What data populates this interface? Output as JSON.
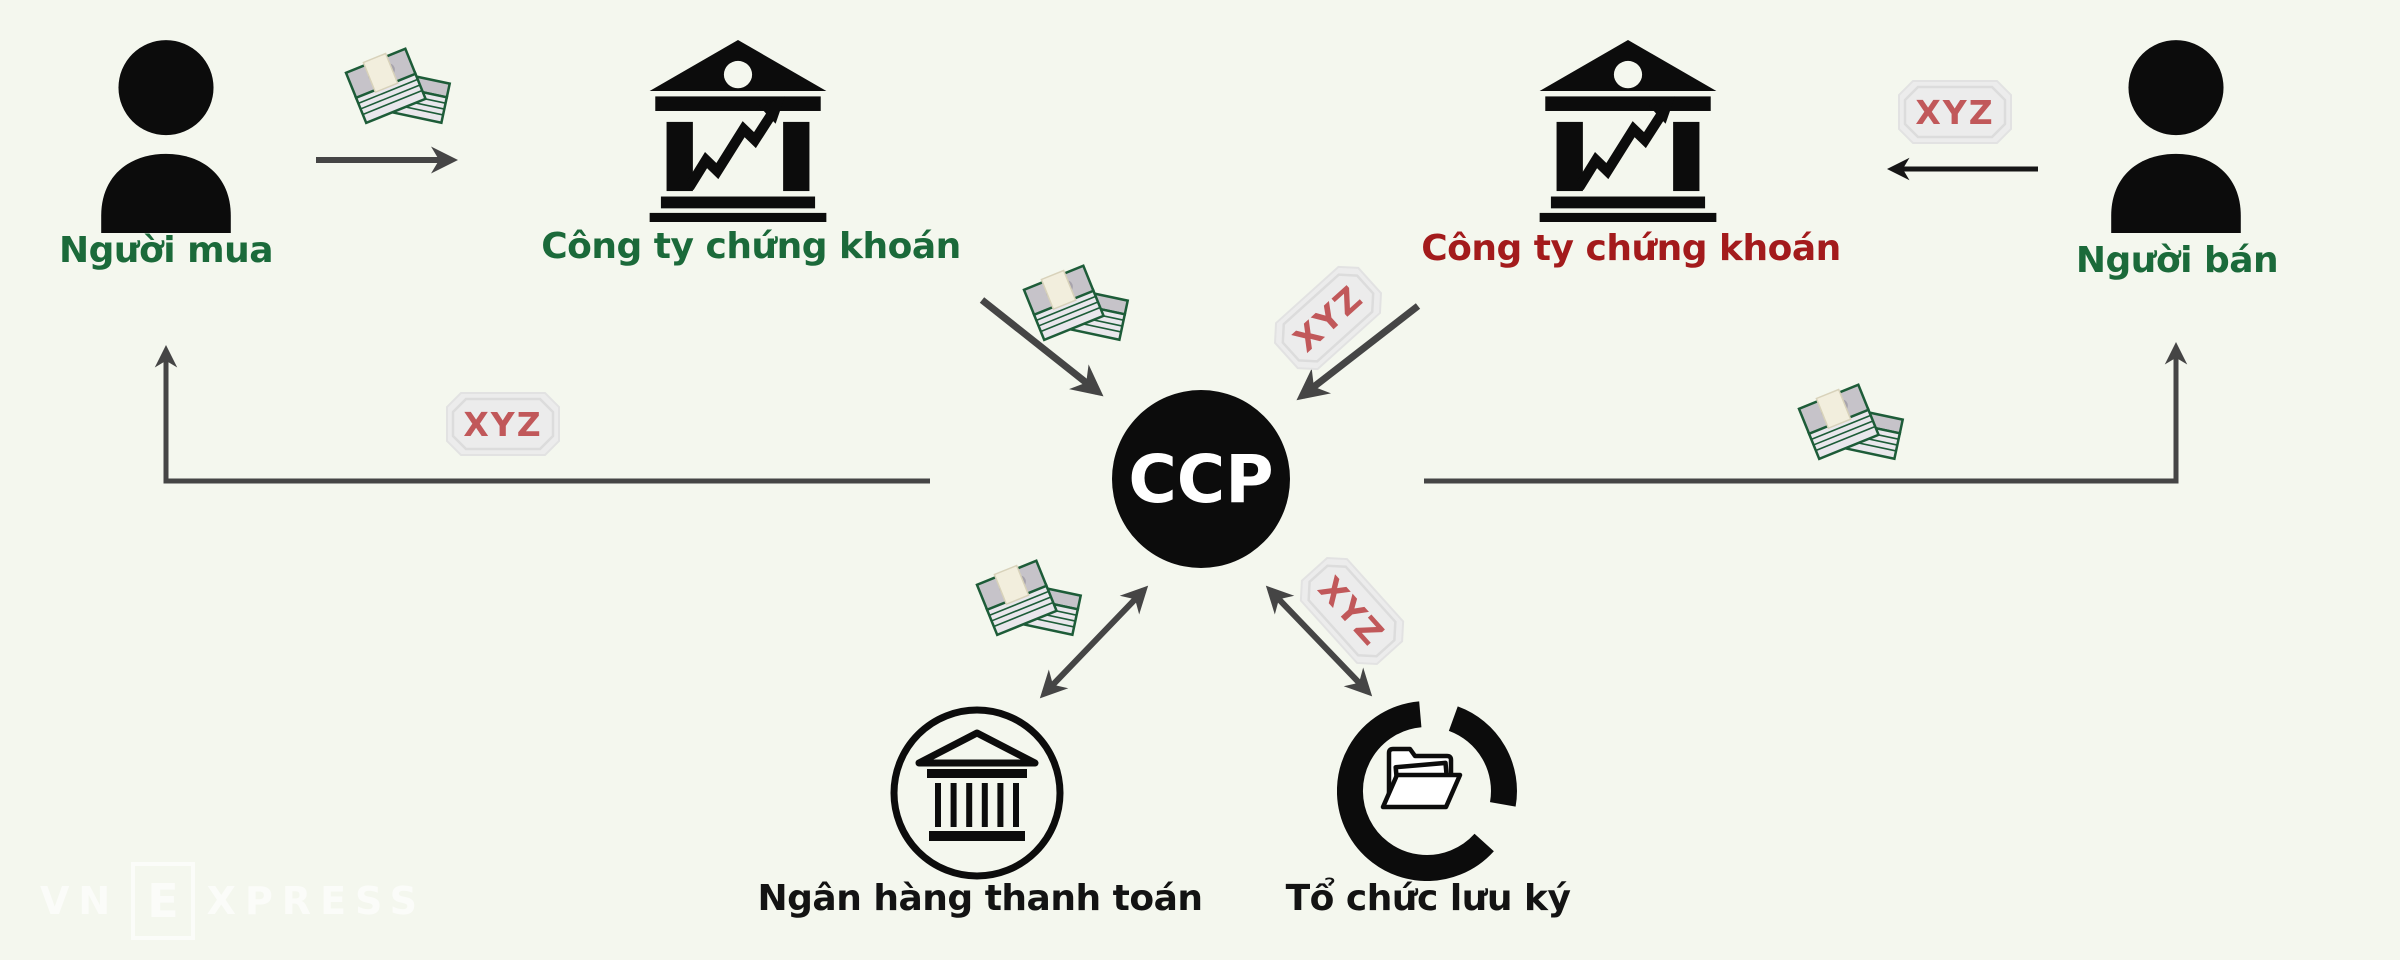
{
  "nodes": {
    "buyer": {
      "label": "Người mua"
    },
    "broker_buy_side": {
      "label": "Công ty chứng khoán"
    },
    "broker_sell_side": {
      "label": "Công ty chứng khoán"
    },
    "seller": {
      "label": "Người bán"
    },
    "ccp": {
      "label": "CCP"
    },
    "settlement_bank": {
      "label": "Ngân hàng thanh toán"
    },
    "depository": {
      "label": "Tổ chức lưu ký"
    }
  },
  "tags": {
    "security_symbol": "XYZ"
  },
  "icons": [
    "person-icon",
    "money-stack-icon",
    "bank-chart-icon",
    "bank-circle-icon",
    "folder-donut-icon",
    "xyz-tag-icon"
  ],
  "colors": {
    "background": "#f4f7ee",
    "green_text": "#1b6a3a",
    "red_text": "#a31b1c",
    "tag_text": "#c1585a",
    "tag_fill": "#ececec",
    "arrow_gray": "#454545",
    "arrow_black": "#161616",
    "icon_black": "#0c0c0c",
    "money_outline": "#1d5c38"
  },
  "watermark": {
    "vn": "VN",
    "e": "E",
    "xpress": "XPRESS"
  }
}
